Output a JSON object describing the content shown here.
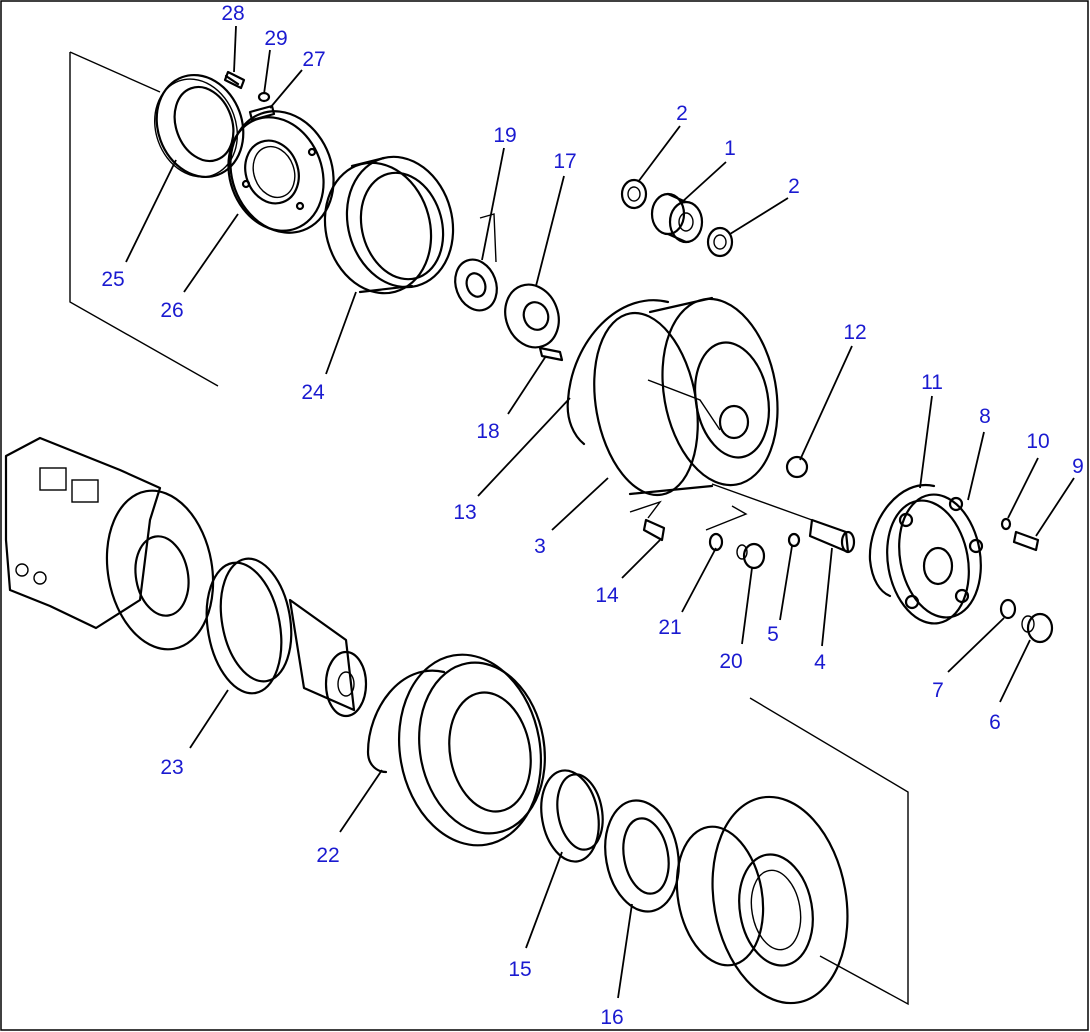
{
  "diagram": {
    "border_color": "#000000",
    "callout_color": "#1a1ad0",
    "callouts": [
      {
        "id": "c1",
        "label": "1"
      },
      {
        "id": "c2a",
        "label": "2"
      },
      {
        "id": "c2b",
        "label": "2"
      },
      {
        "id": "c3",
        "label": "3"
      },
      {
        "id": "c4",
        "label": "4"
      },
      {
        "id": "c5",
        "label": "5"
      },
      {
        "id": "c6",
        "label": "6"
      },
      {
        "id": "c7",
        "label": "7"
      },
      {
        "id": "c8",
        "label": "8"
      },
      {
        "id": "c9",
        "label": "9"
      },
      {
        "id": "c10",
        "label": "10"
      },
      {
        "id": "c11",
        "label": "11"
      },
      {
        "id": "c12",
        "label": "12"
      },
      {
        "id": "c13",
        "label": "13"
      },
      {
        "id": "c14",
        "label": "14"
      },
      {
        "id": "c15",
        "label": "15"
      },
      {
        "id": "c16",
        "label": "16"
      },
      {
        "id": "c17",
        "label": "17"
      },
      {
        "id": "c18",
        "label": "18"
      },
      {
        "id": "c19",
        "label": "19"
      },
      {
        "id": "c20",
        "label": "20"
      },
      {
        "id": "c21",
        "label": "21"
      },
      {
        "id": "c22",
        "label": "22"
      },
      {
        "id": "c23",
        "label": "23"
      },
      {
        "id": "c24",
        "label": "24"
      },
      {
        "id": "c25",
        "label": "25"
      },
      {
        "id": "c26",
        "label": "26"
      },
      {
        "id": "c27",
        "label": "27"
      },
      {
        "id": "c28",
        "label": "28"
      },
      {
        "id": "c29",
        "label": "29"
      }
    ]
  }
}
